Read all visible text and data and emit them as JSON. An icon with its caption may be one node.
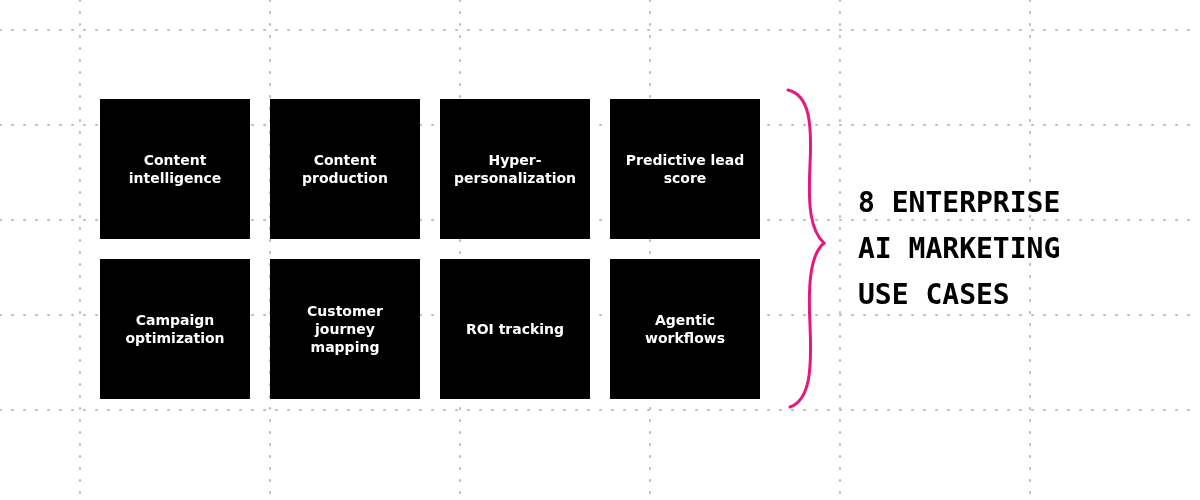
{
  "diagram": {
    "title": "8 ENTERPRISE AI MARKETING USE CASES",
    "nodes": [
      {
        "text": [
          "Content intelligence"
        ]
      },
      {
        "text": [
          "Content production"
        ]
      },
      {
        "text": [
          "Hyper-personalization"
        ]
      },
      {
        "text": [
          "Predictive lead score"
        ]
      },
      {
        "text": [
          "Campaign optimization"
        ]
      },
      {
        "text": [
          "Customer journey mapping"
        ]
      },
      {
        "text": [
          "ROI tracking"
        ]
      },
      {
        "text": [
          "Agentic workflows"
        ]
      }
    ],
    "edges": []
  }
}
